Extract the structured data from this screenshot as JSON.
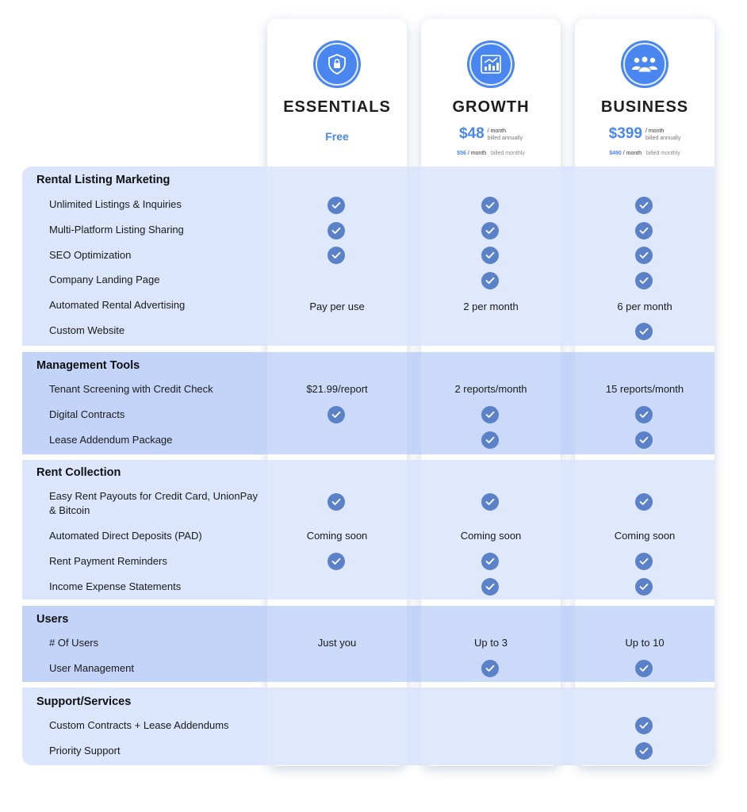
{
  "plans": [
    {
      "name": "ESSENTIALS",
      "price_free": "Free",
      "icon": "shield-lock-icon"
    },
    {
      "name": "GROWTH",
      "price": "$48",
      "price_period": "/ month",
      "price_billing": "billed annually",
      "monthly_price": "$56",
      "monthly_period": "/ month",
      "monthly_billing": "billed monthly",
      "icon": "growth-chart-icon"
    },
    {
      "name": "BUSINESS",
      "price": "$399",
      "price_period": "/ month",
      "price_billing": "billed annually",
      "monthly_price": "$490",
      "monthly_period": "/ month",
      "monthly_billing": "billed monthly",
      "icon": "team-users-icon"
    }
  ],
  "sections": [
    {
      "title": "Rental Listing Marketing",
      "rows": [
        {
          "feature": "Unlimited Listings & Inquiries",
          "values": [
            "check",
            "check",
            "check"
          ]
        },
        {
          "feature": "Multi-Platform Listing Sharing",
          "values": [
            "check",
            "check",
            "check"
          ]
        },
        {
          "feature": "SEO Optimization",
          "values": [
            "check",
            "check",
            "check"
          ]
        },
        {
          "feature": "Company Landing Page",
          "values": [
            "",
            "check",
            "check"
          ]
        },
        {
          "feature": "Automated Rental Advertising",
          "values": [
            "Pay per use",
            "2 per month",
            "6 per month"
          ]
        },
        {
          "feature": "Custom Website",
          "values": [
            "",
            "",
            "check"
          ]
        }
      ]
    },
    {
      "title": "Management Tools",
      "rows": [
        {
          "feature": "Tenant Screening with Credit Check",
          "values": [
            "$21.99/report",
            "2 reports/month",
            "15 reports/month"
          ]
        },
        {
          "feature": "Digital Contracts",
          "values": [
            "check",
            "check",
            "check"
          ]
        },
        {
          "feature": "Lease Addendum Package",
          "values": [
            "",
            "check",
            "check"
          ]
        }
      ]
    },
    {
      "title": "Rent Collection",
      "rows": [
        {
          "feature": "Easy Rent Payouts for Credit Card, UnionPay & Bitcoin",
          "values": [
            "check",
            "check",
            "check"
          ]
        },
        {
          "feature": "Automated Direct Deposits (PAD)",
          "values": [
            "Coming soon",
            "Coming soon",
            "Coming soon"
          ]
        },
        {
          "feature": "Rent Payment Reminders",
          "values": [
            "check",
            "check",
            "check"
          ]
        },
        {
          "feature": "Income Expense Statements",
          "values": [
            "",
            "check",
            "check"
          ]
        }
      ]
    },
    {
      "title": "Users",
      "rows": [
        {
          "feature": "# Of Users",
          "values": [
            "Just you",
            "Up to 3",
            "Up to 10"
          ]
        },
        {
          "feature": "User Management",
          "values": [
            "",
            "check",
            "check"
          ]
        }
      ]
    },
    {
      "title": "Support/Services",
      "rows": [
        {
          "feature": "Custom Contracts + Lease Addendums",
          "values": [
            "",
            "",
            "check"
          ]
        },
        {
          "feature": "Priority Support",
          "values": [
            "",
            "",
            "check"
          ]
        }
      ]
    }
  ],
  "colors": {
    "accent": "#4a86f0",
    "check": "#5b82c9",
    "section_light": "#dbe5fb",
    "section_dark": "#c3d4f8"
  }
}
